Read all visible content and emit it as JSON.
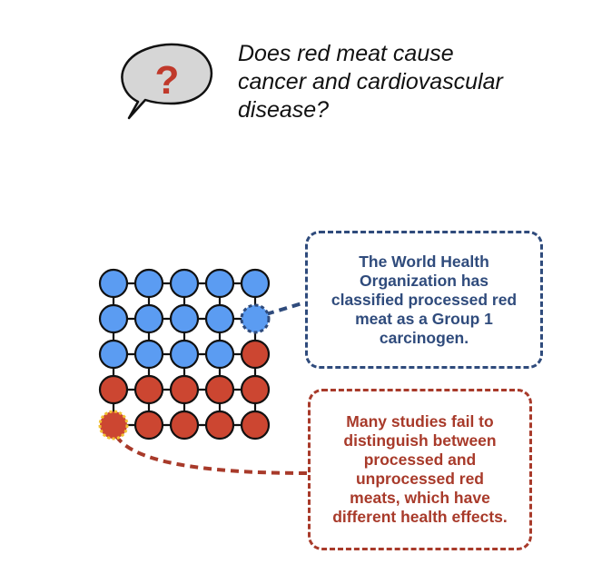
{
  "question": {
    "icon": "speech-bubble-question-icon",
    "glyph": "?",
    "lines": [
      "Does red meat cause",
      "cancer and cardiovascular",
      "disease?"
    ]
  },
  "grid": {
    "rows": 5,
    "cols": 5,
    "cells": [
      [
        "blue",
        "blue",
        "blue",
        "blue",
        "blue"
      ],
      [
        "blue",
        "blue",
        "blue",
        "blue",
        "blue-highlight"
      ],
      [
        "blue",
        "blue",
        "blue",
        "blue",
        "red"
      ],
      [
        "red",
        "red",
        "red",
        "red",
        "red"
      ],
      [
        "red-highlight",
        "red",
        "red",
        "red",
        "red"
      ]
    ]
  },
  "callouts": {
    "who": {
      "lines": [
        "The World Health",
        "Organization has",
        "classified processed red",
        "meat as a Group 1",
        "carcinogen."
      ]
    },
    "studies": {
      "lines": [
        "Many studies fail to",
        "distinguish between",
        "processed and",
        "unprocessed red",
        "meats, which have",
        "different health effects."
      ]
    }
  },
  "colors": {
    "blue": "#5b9cf2",
    "red": "#cc4631",
    "highlight_fill": "#cc4631",
    "highlight_ring": "#f1c232",
    "question_mark": "#c0392b",
    "bubble_fill": "#d6d6d6",
    "navy": "#2f4b7c",
    "darkred": "#a83a2a",
    "stroke": "#111111"
  }
}
